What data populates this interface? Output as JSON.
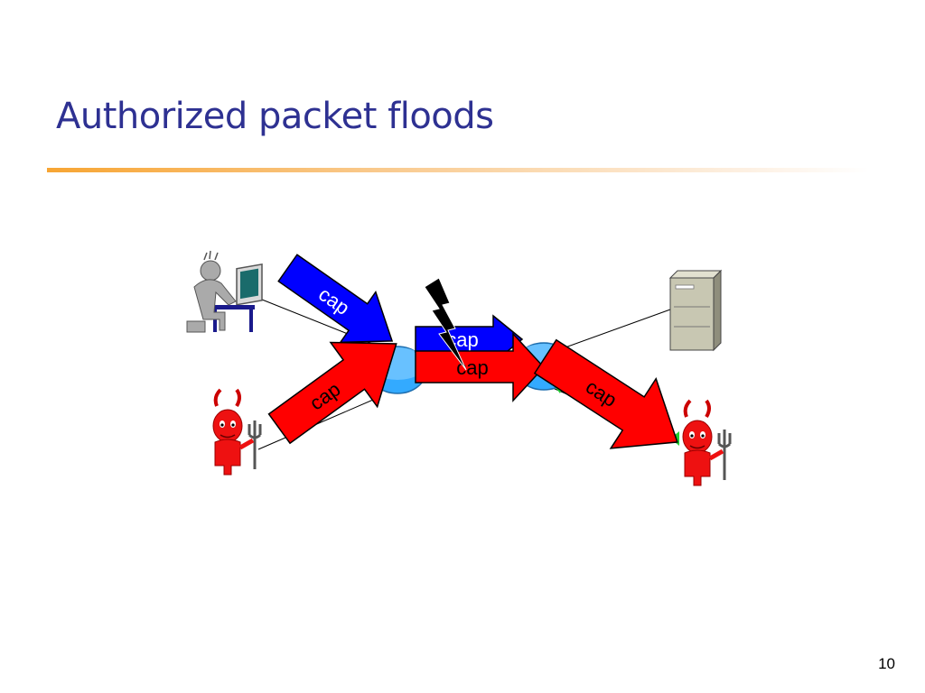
{
  "slide": {
    "title": "Authorized packet floods",
    "page_number": "10"
  },
  "diagram": {
    "arrow_labels": {
      "user_arrow": "cap",
      "router_blue_packet": "cap",
      "router_red_packet": "cap",
      "attacker_arrow": "cap",
      "exit_arrow": "cap"
    },
    "colors": {
      "title": "#2E3192",
      "authorized_packet": "#0000FF",
      "attack_packet": "#FF0000",
      "router": "#33AAFF",
      "server": "#C8C7B2"
    }
  }
}
